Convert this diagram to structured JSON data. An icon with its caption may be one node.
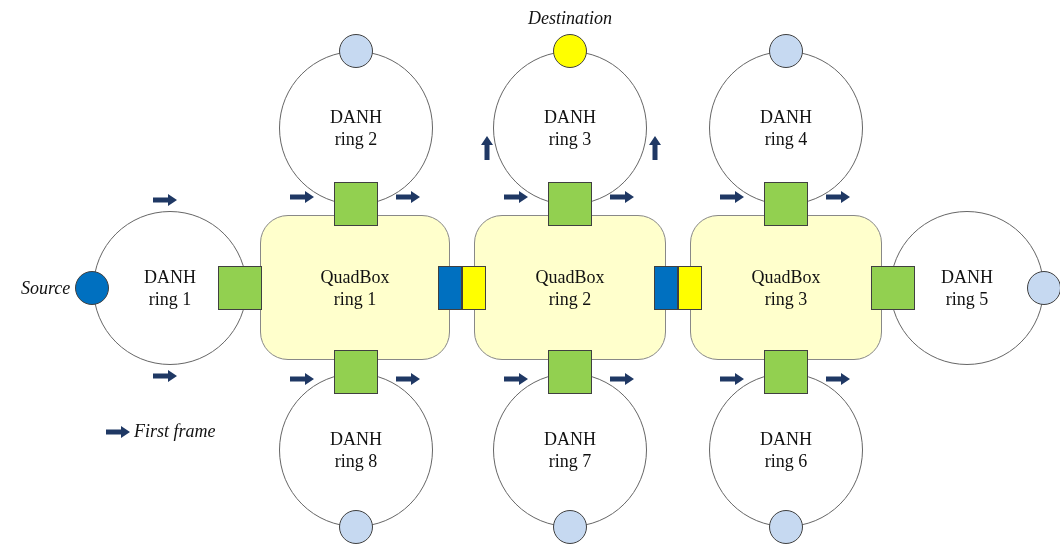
{
  "diagram": {
    "nodes": [
      {
        "text": [
          "DANH ring 1"
        ]
      },
      {
        "text": [
          "QuadBox ring 1"
        ]
      },
      {
        "text": [
          "QuadBox ring 2"
        ]
      },
      {
        "text": [
          "QuadBox ring 3"
        ]
      },
      {
        "text": [
          "DANH ring 2"
        ]
      },
      {
        "text": [
          "DANH ring 3"
        ]
      },
      {
        "text": [
          "DANH ring 4"
        ]
      },
      {
        "text": [
          "DANH ring 5"
        ]
      },
      {
        "text": [
          "DANH ring 6"
        ]
      },
      {
        "text": [
          "DANH ring 7"
        ]
      },
      {
        "text": [
          "DANH ring 8"
        ]
      },
      {
        "text": [],
        "shape": "circle",
        "beside": [
          "Source"
        ]
      },
      {
        "text": [],
        "shape": "circle"
      },
      {
        "text": [],
        "shape": "circle",
        "beside": [
          "Destination"
        ]
      },
      {
        "text": [],
        "shape": "circle"
      },
      {
        "text": [],
        "shape": "circle"
      },
      {
        "text": [],
        "shape": "circle"
      },
      {
        "text": [],
        "shape": "circle"
      },
      {
        "text": [],
        "shape": "circle"
      },
      {
        "text": [],
        "shape": "box"
      },
      {
        "text": [],
        "shape": "box"
      },
      {
        "text": [],
        "shape": "box"
      },
      {
        "text": [],
        "shape": "box"
      },
      {
        "text": [],
        "shape": "box"
      },
      {
        "text": [],
        "shape": "box"
      },
      {
        "text": [],
        "shape": "box"
      },
      {
        "text": [],
        "shape": "box"
      },
      {
        "text": [],
        "shape": "box"
      },
      {
        "text": [],
        "shape": "box"
      },
      {
        "text": [],
        "shape": "box"
      },
      {
        "text": [],
        "shape": "box"
      }
    ],
    "legend": [
      {
        "text": "First frame"
      }
    ]
  }
}
